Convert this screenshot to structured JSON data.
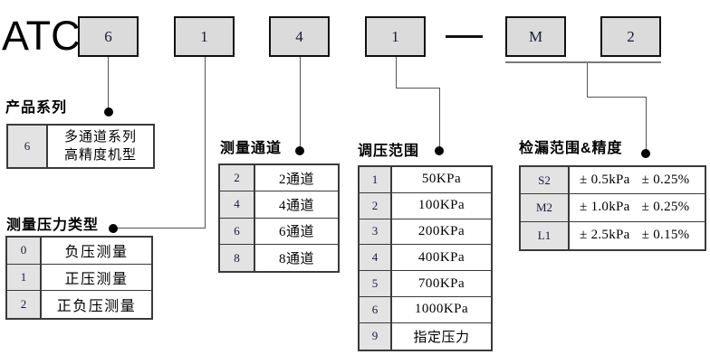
{
  "model": {
    "prefix": "ATC",
    "segments": [
      "6",
      "1",
      "4",
      "1"
    ],
    "separator": "—",
    "suffix_segments": [
      "M",
      "2"
    ]
  },
  "colors": {
    "box_fill": "#dbdbdb",
    "key_cell_fill": "#e3e3e3",
    "border": "#3a3a3a",
    "connector_line": "#555555",
    "junction_dot": "#000000"
  },
  "sections": [
    {
      "title": "产品系列",
      "rows": [
        {
          "key": "6",
          "value": "多通道系列\n高精度机型"
        }
      ]
    },
    {
      "title": "测量压力类型",
      "rows": [
        {
          "key": "0",
          "value": "负压测量"
        },
        {
          "key": "1",
          "value": "正压测量"
        },
        {
          "key": "2",
          "value": "正负压测量"
        }
      ]
    },
    {
      "title": "测量通道",
      "rows": [
        {
          "key": "2",
          "value": "2通道"
        },
        {
          "key": "4",
          "value": "4通道"
        },
        {
          "key": "6",
          "value": "6通道"
        },
        {
          "key": "8",
          "value": "8通道"
        }
      ]
    },
    {
      "title": "调压范围",
      "rows": [
        {
          "key": "1",
          "value": "50KPa"
        },
        {
          "key": "2",
          "value": "100KPa"
        },
        {
          "key": "3",
          "value": "200KPa"
        },
        {
          "key": "4",
          "value": "400KPa"
        },
        {
          "key": "5",
          "value": "700KPa"
        },
        {
          "key": "6",
          "value": "1000KPa"
        },
        {
          "key": "9",
          "value": "指定压力"
        }
      ]
    },
    {
      "title": "检漏范围&精度",
      "rows": [
        {
          "key": "S2",
          "range": "± 0.5kPa",
          "accuracy": "± 0.25%"
        },
        {
          "key": "M2",
          "range": "± 1.0kPa",
          "accuracy": "± 0.25%"
        },
        {
          "key": "L1",
          "range": "± 2.5kPa",
          "accuracy": "± 0.15%"
        }
      ]
    }
  ]
}
